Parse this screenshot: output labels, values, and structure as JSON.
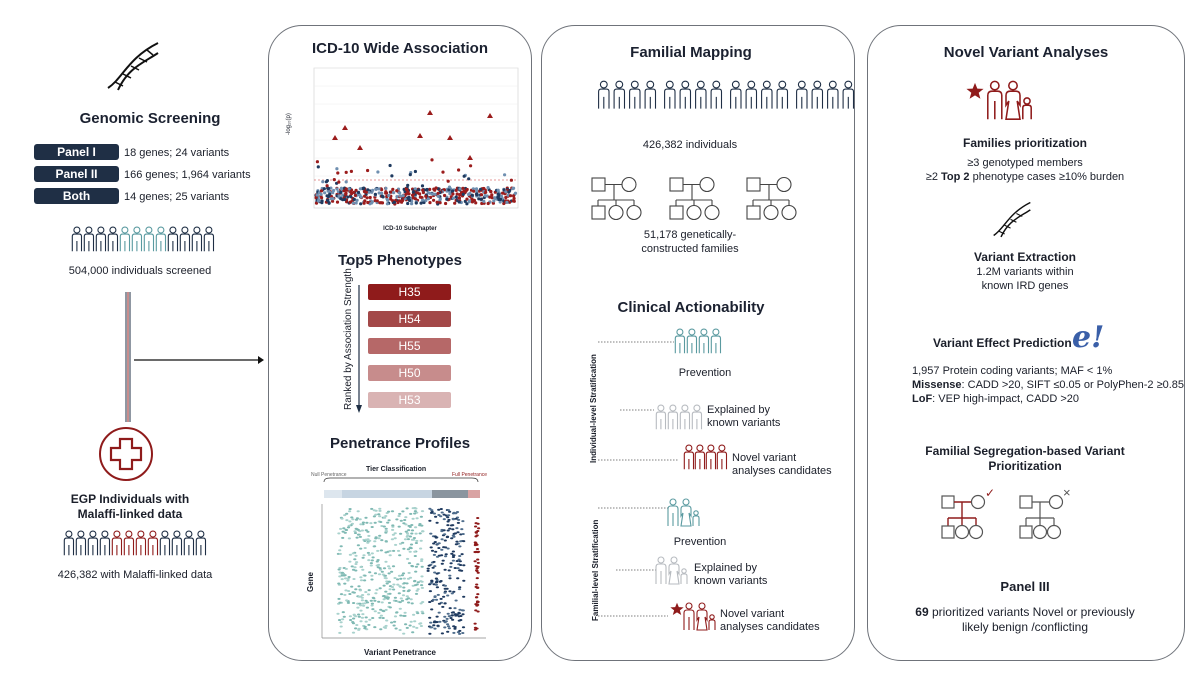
{
  "left": {
    "title": "Genomic Screening",
    "panels": [
      {
        "label": "Panel I",
        "desc": "18 genes; 24 variants"
      },
      {
        "label": "Panel II",
        "desc": "166 genes; 1,964 variants"
      },
      {
        "label": "Both",
        "desc": "14 genes; 25 variants"
      }
    ],
    "screened": "504,000 individuals screened",
    "egp_line1": "EGP Individuals with",
    "egp_line2": "Malaffi-linked data",
    "malaffi": "426,382 with Malaffi-linked data"
  },
  "icd": {
    "title": "ICD-10 Wide Association",
    "ylabel": "-log₁₀(p)",
    "xlabel": "ICD-10 Subchapter"
  },
  "top5": {
    "title": "Top5 Phenotypes",
    "axis": "Ranked by Association Strength ↑",
    "bars": [
      "H35",
      "H54",
      "H55",
      "H50",
      "H53"
    ],
    "colors": [
      "#8f1b1b",
      "#a34848",
      "#b66868",
      "#c78c8c",
      "#d9b3b3"
    ]
  },
  "pen": {
    "title": "Penetrance Profiles",
    "tier": "Tier Classification",
    "null": "Null Penetrance",
    "full": "Full Penetrance",
    "ylabel": "Gene",
    "xlabel": "Variant Penetrance"
  },
  "fam": {
    "title": "Familial Mapping",
    "individuals": "426,382 individuals",
    "families1": "51,178 genetically-",
    "families2": "constructed families"
  },
  "clin": {
    "title": "Clinical Actionability",
    "ind_label": "Individual-level Stratification",
    "fam_label": "Familial-level Stratification",
    "prevention": "Prevention",
    "explained1": "Explained by",
    "explained2": "known variants",
    "novel1": "Novel variant",
    "novel2": "analyses candidates"
  },
  "nova": {
    "title": "Novel Variant Analyses",
    "fp_title": "Families prioritization",
    "fp1": "≥3 genotyped members",
    "fp2_pre": "≥2 ",
    "fp2_bold": "Top 2",
    "fp2_post": " phenotype cases ≥10% burden",
    "ve_title": "Variant Extraction",
    "ve1": "1.2M variants within",
    "ve2": "known IRD genes",
    "vep_title": "Variant Effect Prediction",
    "vep_logo": "e!",
    "vep1": "1,957 Protein coding variants; MAF < 1%",
    "vep2_bold": "Missense",
    "vep2": ": CADD >20, SIFT ≤0.05 or PolyPhen-2 ≥0.85",
    "vep3_bold": "LoF",
    "vep3": ": VEP high-impact, CADD >20",
    "seg1": "Familial Segregation-based Variant",
    "seg2": "Prioritization",
    "check": "✓",
    "cross": "×",
    "p3_title": "Panel III",
    "p3_num": "69",
    "p3_text": " prioritized variants Novel or previously",
    "p3_text2": "likely benign /conflicting"
  },
  "colors": {
    "navy": "#1f2f45",
    "teal": "#5a9aa0",
    "maroon": "#8f1b1b",
    "grey": "#b7bbc0"
  }
}
